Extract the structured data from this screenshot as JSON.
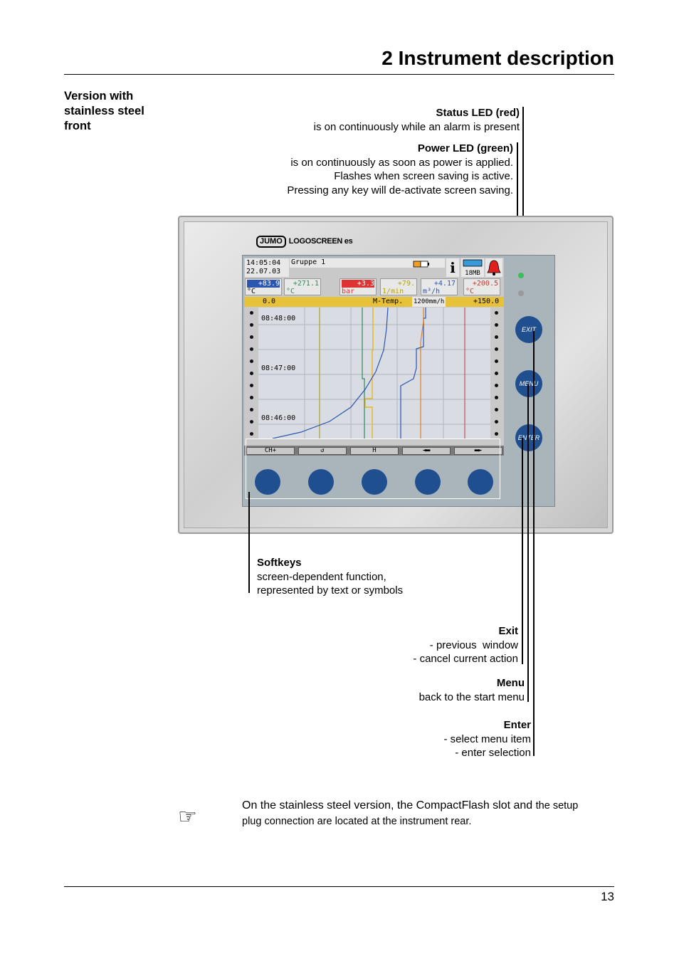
{
  "page": {
    "title": "2 Instrument description",
    "page_number": "13"
  },
  "section": {
    "heading": "Version with stainless steel front"
  },
  "callouts": {
    "status_led": {
      "heading": "Status LED (red)",
      "text": "is on continuously while an alarm is present"
    },
    "power_led": {
      "heading": "Power LED (green)",
      "lines": [
        "is on continuously as soon as power is applied.",
        "Flashes when screen saving is active.",
        "Pressing any key will de-activate screen saving."
      ]
    },
    "softkeys": {
      "heading": "Softkeys",
      "lines": [
        "screen-dependent function,",
        "represented by text or symbols"
      ]
    },
    "exit": {
      "heading": "Exit",
      "lines": [
        "- previous  window",
        "- cancel current action"
      ]
    },
    "menu": {
      "heading": "Menu",
      "lines": [
        "back to the start menu"
      ]
    },
    "enter": {
      "heading": "Enter",
      "lines": [
        "- select menu item",
        "- enter selection"
      ]
    }
  },
  "device": {
    "brand": "JUMO",
    "model": "LOGOSCREEN es",
    "screen": {
      "time": "14:05:04",
      "date": "22.07.03",
      "group": "Gruppe  1",
      "memory": "18MB",
      "values": [
        {
          "value": "+83.9",
          "unit": "°C",
          "color": "#2a55b0"
        },
        {
          "value": "+271.1",
          "unit": "°C",
          "color": "#2e8b57"
        },
        {
          "value": "+3.3",
          "unit": "bar",
          "color": "#d33"
        },
        {
          "value": "+79.",
          "unit": "1/min",
          "color": "#b8a000"
        },
        {
          "value": "+4.17",
          "unit": "m³/h",
          "color": "#2a55b0"
        },
        {
          "value": "+200.5",
          "unit": "°C",
          "color": "#c0392b"
        }
      ],
      "scale_left": "0.0",
      "scale_label": "M-Temp.",
      "speed": "1200mm/h",
      "scale_right": "+150.0",
      "time_marks": [
        "08:48:00",
        "08:47:00",
        "08:46:00"
      ],
      "softkey_labels": [
        "CH+",
        "↺",
        "H",
        "◄▬",
        "▬►"
      ]
    },
    "side_keys": [
      "EXIT",
      "MENU",
      "ENTER"
    ]
  },
  "note": {
    "icon": "pointing-hand-icon",
    "text_main": "On the stainless steel version, the CompactFlash slot and ",
    "text_small_1": "the setup",
    "text_small_2": "plug connection are located at the instrument rear."
  }
}
